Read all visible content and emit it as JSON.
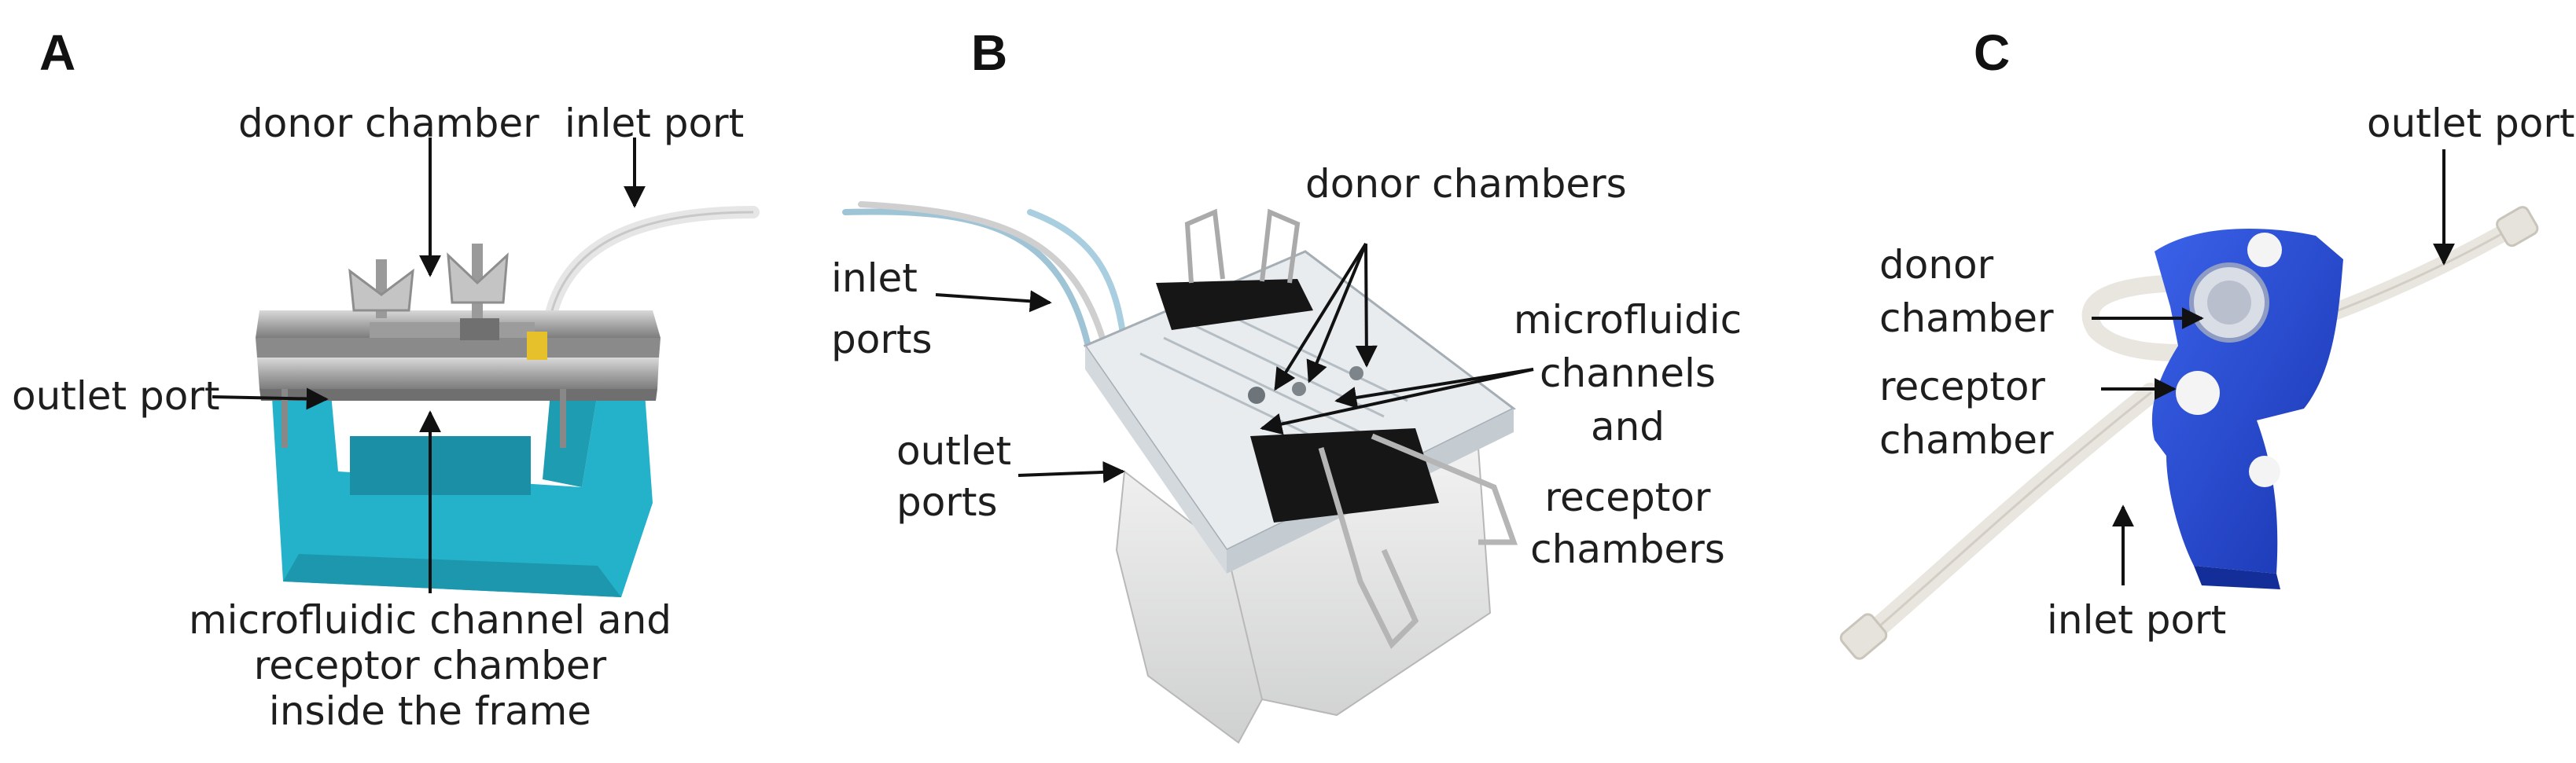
{
  "panels": {
    "a": {
      "letter": "A",
      "labels": {
        "donor_chamber": "donor chamber",
        "inlet_port": "inlet port",
        "outlet_port": "outlet port",
        "bottom": [
          "microfluidic channel and",
          "receptor chamber",
          "inside the frame"
        ]
      },
      "colors": {
        "frame": "#23b2c9",
        "plate": "#b9b9b9"
      }
    },
    "b": {
      "letter": "B",
      "labels": {
        "donor_chambers": "donor chambers",
        "inlet": [
          "inlet",
          "ports"
        ],
        "outlet": [
          "outlet",
          "ports"
        ],
        "micro": [
          "microfluidic",
          "channels",
          "and",
          "receptor",
          "chambers"
        ]
      },
      "colors": {
        "clip": "#161616",
        "plate": "#e8ecef"
      }
    },
    "c": {
      "letter": "C",
      "labels": {
        "outlet_port": "outlet port",
        "donor": [
          "donor",
          "chamber"
        ],
        "receptor": [
          "receptor",
          "chamber"
        ],
        "inlet_port": "inlet port"
      },
      "colors": {
        "body": "#1f46d4",
        "tube": "#e9e6df"
      }
    }
  }
}
